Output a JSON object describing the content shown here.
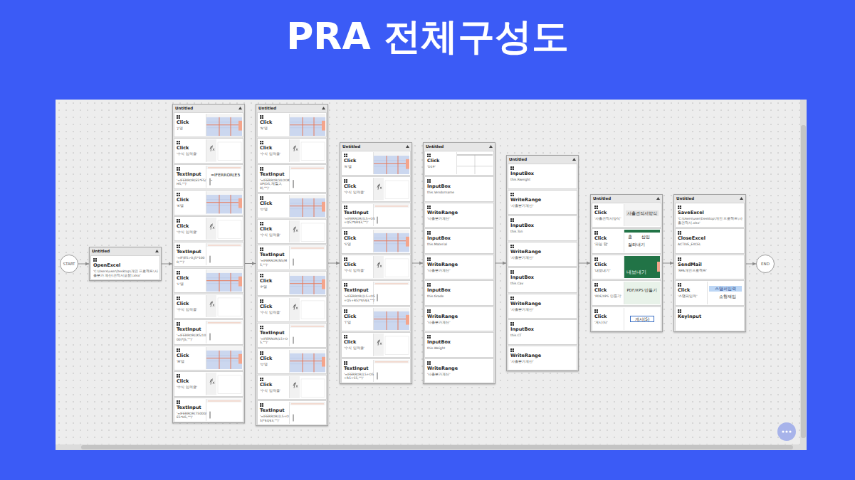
{
  "diagram": {
    "title": "PRA 전체구성도",
    "nodes": [
      {
        "text": [
          "START"
        ]
      },
      {
        "text": [
          "Untitled"
        ]
      },
      {
        "text": [
          "OpenExcel",
          "'C:\\Users\\user\\Desktop\\개인 프로젝트\\사출분가 계산(견적서포함).xlsx'"
        ],
        "in": 1
      },
      {
        "text": [
          "Untitled"
        ]
      },
      {
        "text": [
          "Click",
          "'J'열"
        ],
        "in": 3
      },
      {
        "text": [
          "Click",
          "'수식 입력줄'"
        ],
        "in": 3
      },
      {
        "text": [
          "TextInput",
          "'=IFERROR(E5*F5/H5,\"\")'"
        ],
        "in": 3
      },
      {
        "text": [
          "Click",
          "'K'열"
        ],
        "in": 3
      },
      {
        "text": [
          "Click",
          "'수식 입력줄'"
        ],
        "in": 3
      },
      {
        "text": [
          "TextInput",
          "'=IF(E5>0,J5*1000,\"\")'"
        ],
        "in": 3
      },
      {
        "text": [
          "Click",
          "'L'열"
        ],
        "in": 3
      },
      {
        "text": [
          "Click",
          "'수식 입력줄'"
        ],
        "in": 3
      },
      {
        "text": [
          "TextInput",
          "'=IFERROR((K5/1000)*J5,\"\")'"
        ],
        "in": 3
      },
      {
        "text": [
          "Click",
          "'M'열"
        ],
        "in": 3
      },
      {
        "text": [
          "Click",
          "'수식 입력줄'"
        ],
        "in": 3
      },
      {
        "text": [
          "TextInput",
          "'=IFERROR(75000/E5*H5,\"\")'"
        ],
        "in": 3
      },
      {
        "text": [
          "Untitled"
        ]
      },
      {
        "text": [
          "Click",
          "'N'열"
        ],
        "in": 16
      },
      {
        "text": [
          "Click",
          "'수식 입력줄'"
        ],
        "in": 16
      },
      {
        "text": [
          "TextInput",
          "'=IFERROR(VLOOKUP(D5,재질,2,0),\"\")'"
        ],
        "in": 16
      },
      {
        "text": [
          "Click",
          "'O'열"
        ],
        "in": 16
      },
      {
        "text": [
          "Click",
          "'수식 입력줄'"
        ],
        "in": 16
      },
      {
        "text": [
          "TextInput",
          "'=IFERROR(N5/M5,\"\")'"
        ],
        "in": 16
      },
      {
        "text": [
          "Click",
          "'P'열"
        ],
        "in": 16
      },
      {
        "text": [
          "Click",
          "'수식 입력줄'"
        ],
        "in": 16
      },
      {
        "text": [
          "TextInput",
          "'=IFERROR(L5+O5,\"\")'"
        ],
        "in": 16
      },
      {
        "text": [
          "Click",
          "'Q'열"
        ],
        "in": 16
      },
      {
        "text": [
          "Click",
          "'수식 입력줄'"
        ],
        "in": 16
      },
      {
        "text": [
          "TextInput",
          "'=IFERROR((L5+O5)*$Q$3,\"\")'"
        ],
        "in": 16
      },
      {
        "text": [
          "Untitled"
        ]
      },
      {
        "text": [
          "Click",
          "'R'열"
        ],
        "in": 29
      },
      {
        "text": [
          "Click",
          "'수식 입력줄'"
        ],
        "in": 29
      },
      {
        "text": [
          "TextInput",
          "'=IFERROR((L5+O5+Q5)*$R$3,\"\")'"
        ],
        "in": 29
      },
      {
        "text": [
          "Click",
          "'S'열"
        ],
        "in": 29
      },
      {
        "text": [
          "Click",
          "'수식 입력줄'"
        ],
        "in": 29
      },
      {
        "text": [
          "TextInput",
          "'=IFERROR((L5+O5+Q5+R5)*$S$3,\"\")'"
        ],
        "in": 29
      },
      {
        "text": [
          "Click",
          "'T'열"
        ],
        "in": 29
      },
      {
        "text": [
          "Click",
          "'수식 입력줄'"
        ],
        "in": 29
      },
      {
        "text": [
          "TextInput",
          "'=IFERROR(L5+O5+R5+S5,\"\")'"
        ],
        "in": 29
      },
      {
        "text": [
          "Untitled"
        ]
      },
      {
        "text": [
          "Click",
          "'D19'"
        ],
        "in": 39
      },
      {
        "text": [
          "InputBox",
          "this.Vendorname"
        ],
        "in": 39
      },
      {
        "text": [
          "WriteRange",
          "'사출분가계산'"
        ],
        "in": 39
      },
      {
        "text": [
          "InputBox",
          "this.Material"
        ],
        "in": 39
      },
      {
        "text": [
          "WriteRange",
          "'사출분가계산'"
        ],
        "in": 39
      },
      {
        "text": [
          "InputBox",
          "this.Grade"
        ],
        "in": 39
      },
      {
        "text": [
          "WriteRange",
          "'사출분가계산'"
        ],
        "in": 39
      },
      {
        "text": [
          "InputBox",
          "this.Weight"
        ],
        "in": 39
      },
      {
        "text": [
          "WriteRange",
          "'사출분가계산'"
        ],
        "in": 39
      },
      {
        "text": [
          "Untitled"
        ]
      },
      {
        "text": [
          "InputBox",
          "this.Rweight"
        ],
        "in": 49
      },
      {
        "text": [
          "WriteRange",
          "'사출분가계산'"
        ],
        "in": 49
      },
      {
        "text": [
          "InputBox",
          "this.Ton"
        ],
        "in": 49
      },
      {
        "text": [
          "WriteRange",
          "'사출분가계산'"
        ],
        "in": 49
      },
      {
        "text": [
          "InputBox",
          "this.Cav"
        ],
        "in": 49
      },
      {
        "text": [
          "WriteRange",
          "'사출분가계산'"
        ],
        "in": 49
      },
      {
        "text": [
          "InputBox",
          "this.CT"
        ],
        "in": 49
      },
      {
        "text": [
          "WriteRange",
          "'사출분가계산'"
        ],
        "in": 49
      },
      {
        "text": [
          "Untitled"
        ]
      },
      {
        "text": [
          "Click",
          "'사출견적서양식'"
        ],
        "in": 58
      },
      {
        "text": [
          "Click",
          "'파일 탭'"
        ],
        "in": 58
      },
      {
        "text": [
          "Click",
          "'내보내기'"
        ],
        "in": 58
      },
      {
        "text": [
          "Click",
          "'PDF/XPS 만들기'"
        ],
        "in": 58
      },
      {
        "text": [
          "Click",
          "'게시(S)'"
        ],
        "in": 58
      },
      {
        "text": [
          "Untitled"
        ]
      },
      {
        "text": [
          "SaveExcel",
          "'C:\\Users\\user\\Desktop\\개인 프로젝트\\사출견적서.xlsx'"
        ],
        "in": 64
      },
      {
        "text": [
          "CloseExcel",
          "ACTIVE_EXCEL"
        ],
        "in": 64
      },
      {
        "text": [
          "SendMail",
          "'RPA개인프로젝트'"
        ],
        "in": 64
      },
      {
        "text": [
          "Click",
          "'스탬퍼입력'"
        ],
        "in": 64
      },
      {
        "text": [
          "KeyInput"
        ],
        "in": 64
      },
      {
        "text": [
          "END"
        ]
      }
    ],
    "edges": [
      {
        "from": 0,
        "to": 1,
        "arrow": "to"
      },
      {
        "from": 1,
        "to": 3,
        "arrow": "to"
      },
      {
        "from": 3,
        "to": 16,
        "arrow": "to"
      },
      {
        "from": 16,
        "to": 29,
        "arrow": "to"
      },
      {
        "from": 29,
        "to": 39,
        "arrow": "to"
      },
      {
        "from": 39,
        "to": 49,
        "arrow": "to"
      },
      {
        "from": 49,
        "to": 58,
        "arrow": "to"
      },
      {
        "from": 58,
        "to": 64,
        "arrow": "to"
      },
      {
        "from": 64,
        "to": 70,
        "arrow": "to"
      }
    ],
    "labels": [
      "=IFERROR(E5-",
      "사출견적서양식",
      "홈",
      "삽입",
      "잘라내기",
      "내보내기",
      "PDF/XPS 만들기",
      "게시(S)",
      "스탬퍼입력",
      "소형재입"
    ]
  }
}
